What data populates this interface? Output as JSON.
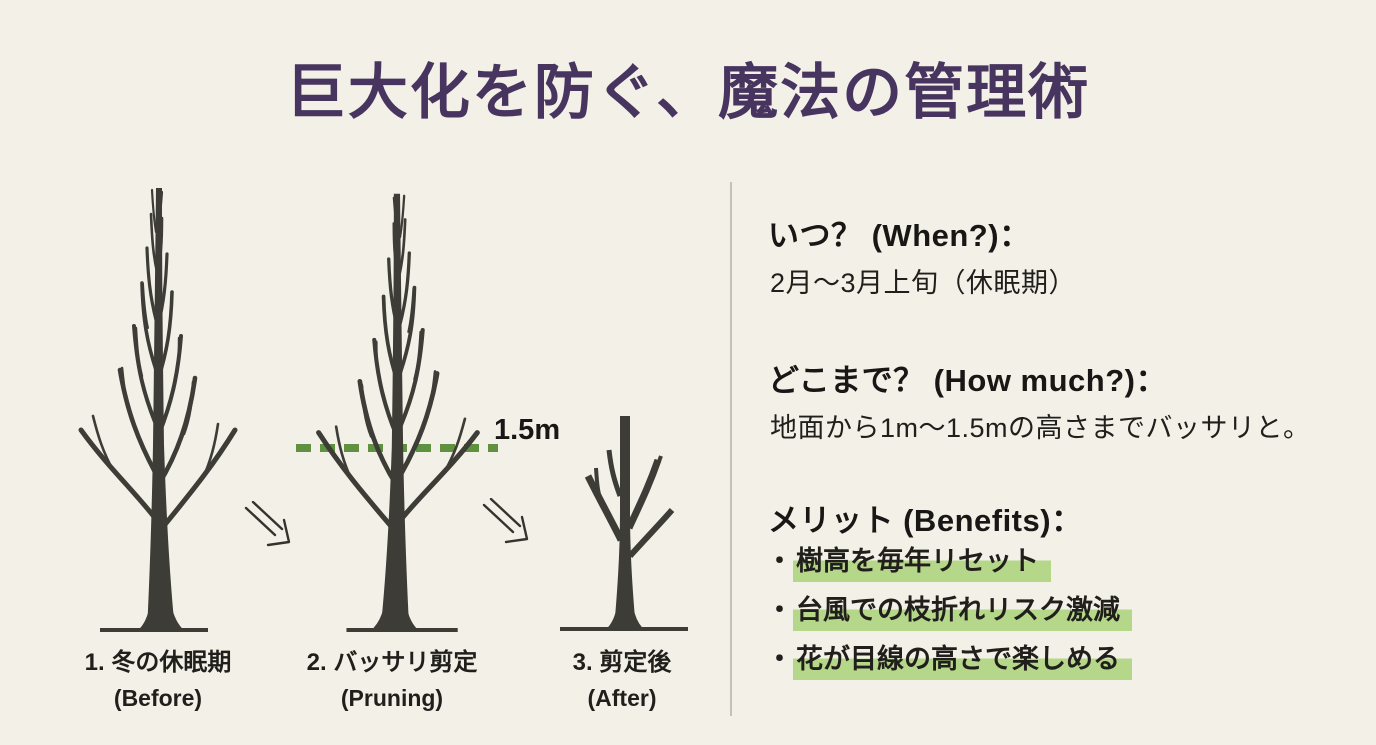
{
  "title": "巨大化を防ぐ、魔法の管理術",
  "diagram": {
    "height_marker_label": "1.5m",
    "steps": [
      {
        "name": "1. 冬の休眠期",
        "caption": "(Before)"
      },
      {
        "name": "2. バッサリ剪定",
        "caption": "(Pruning)"
      },
      {
        "name": "3. 剪定後",
        "caption": "(After)"
      }
    ]
  },
  "panel": {
    "bullet_char": "・",
    "sections": [
      {
        "heading": "いつ？ (When?)：",
        "body": "2月〜3月上旬（休眠期）"
      },
      {
        "heading": "どこまで？ (How much?)：",
        "body": "地面から1m〜1.5mの高さまでバッサリと。"
      },
      {
        "heading": "メリット (Benefits)：",
        "bullets": [
          "樹高を毎年リセット",
          "台風での枝折れリスク激減",
          "花が目線の高さで楽しめる"
        ]
      }
    ]
  },
  "colors": {
    "background": "#f3f0e7",
    "title": "#473560",
    "text": "#211f1c",
    "tree": "#3e3c37",
    "dash_green": "#5e9140",
    "highlight_green": "#b5d789",
    "divider": "#c4c1b6",
    "arrow": "#35332e"
  }
}
